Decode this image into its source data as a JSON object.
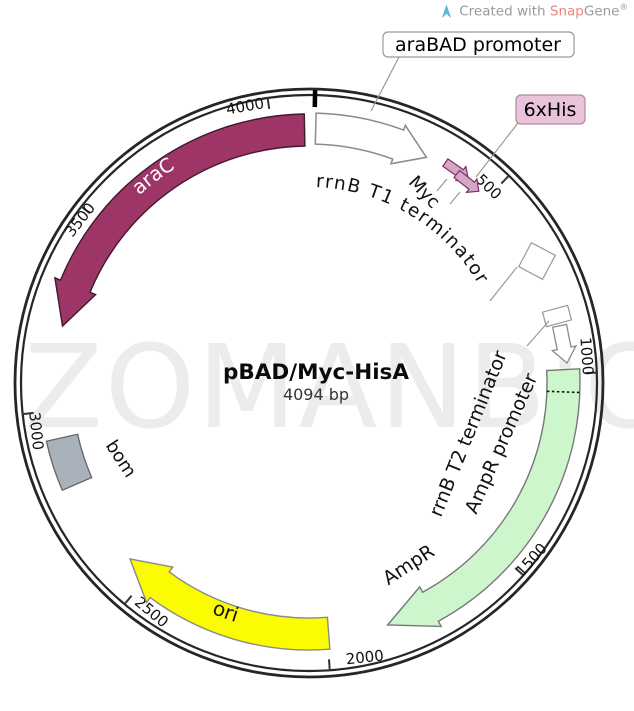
{
  "watermark": "ZOMANBIO",
  "credit": {
    "created_with": "Created with",
    "snap": "Snap",
    "gene": "Gene",
    "registered": "®",
    "logo_color": "#58b8d8"
  },
  "plasmid": {
    "name": "pBAD/Myc-HisA",
    "size": "4094 bp",
    "length_bp": 4094
  },
  "ticks": [
    {
      "value": 500,
      "label": "500"
    },
    {
      "value": 1000,
      "label": "1000"
    },
    {
      "value": 1500,
      "label": "1500"
    },
    {
      "value": 2000,
      "label": "2000"
    },
    {
      "value": 2500,
      "label": "2500"
    },
    {
      "value": 3000,
      "label": "3000"
    },
    {
      "value": 3500,
      "label": "3500"
    },
    {
      "value": 4000,
      "label": "4000"
    }
  ],
  "features": {
    "arabad_promoter": {
      "label": "araBAD promoter",
      "color": "#ffffff",
      "outline": "#8a8a8a"
    },
    "myc": {
      "label": "Myc",
      "color": "#d6a6c6",
      "outline": "#7a3260"
    },
    "sixhis": {
      "label": "6xHis",
      "color": "#d6a6c6",
      "outline": "#7a3260",
      "chip_color": "#e8c3da",
      "chip_border": "#b08aa0"
    },
    "rrnb_t1": {
      "label": "rrnB T1 terminator",
      "color": "#ffffff",
      "outline": "#999999"
    },
    "rrnb_t2": {
      "label": "rrnB T2 terminator",
      "color": "#ffffff",
      "outline": "#999999"
    },
    "ampr_promoter": {
      "label": "AmpR promoter",
      "color": "#ffffff",
      "outline": "#8a8a8a"
    },
    "ampr": {
      "label": "AmpR",
      "color": "#cdf6cd",
      "outline": "#777777"
    },
    "ori": {
      "label": "ori",
      "color": "#fcfc00",
      "outline": "#8a8a8a"
    },
    "bom": {
      "label": "bom",
      "color": "#a9b1bb",
      "outline": "#666666"
    },
    "arac": {
      "label": "araC",
      "color": "#9d3567",
      "outline": "#40182f",
      "label_color": "#ffffff"
    }
  }
}
